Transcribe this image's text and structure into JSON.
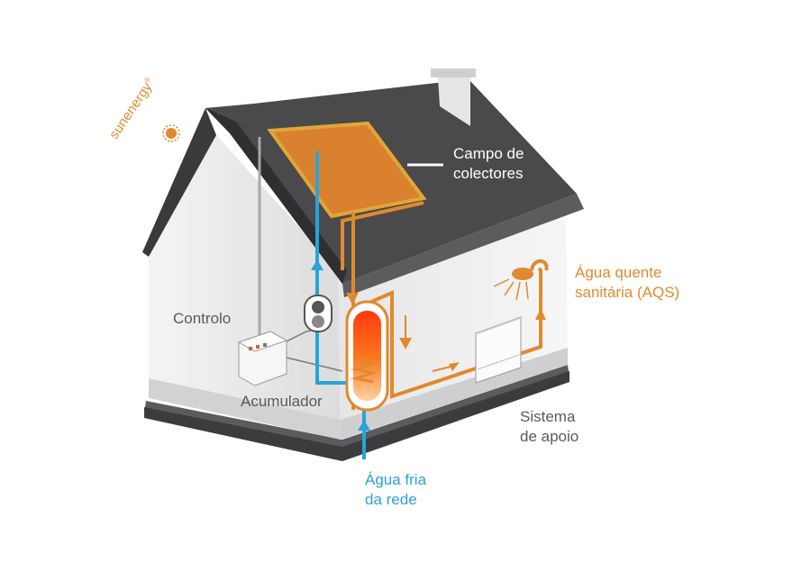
{
  "brand": {
    "name": "sunenergy",
    "logo_mark": "®",
    "color": "#e08a2e"
  },
  "labels": {
    "collectors": [
      "Campo de",
      "colectores"
    ],
    "hot_water": [
      "Água quente",
      "sanitária (AQS)"
    ],
    "control": "Controlo",
    "accumulator": "Acumulador",
    "backup": [
      "Sistema",
      "de apoio"
    ],
    "cold_water": [
      "Água fria",
      "da rede"
    ]
  },
  "colors": {
    "hot_pipe": "#e08a2e",
    "cold_pipe": "#2aa3d8",
    "roof": "#4a4a4c",
    "wall": "#ececec",
    "panel": "#d9812f"
  }
}
